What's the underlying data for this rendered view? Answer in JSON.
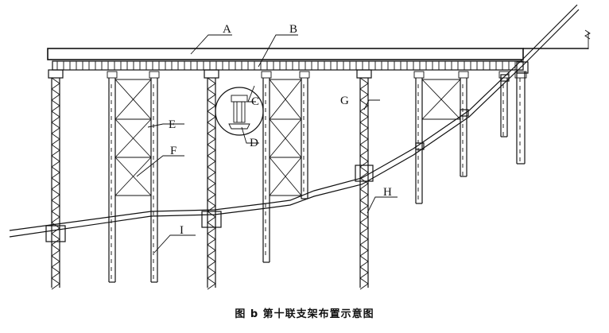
{
  "labels": {
    "A": "A",
    "B": "B",
    "C": "C",
    "D": "D",
    "E": "E",
    "F": "F",
    "G": "G",
    "H": "H",
    "I": "I"
  },
  "caption": "图 b   第十联支架布置示意图"
}
